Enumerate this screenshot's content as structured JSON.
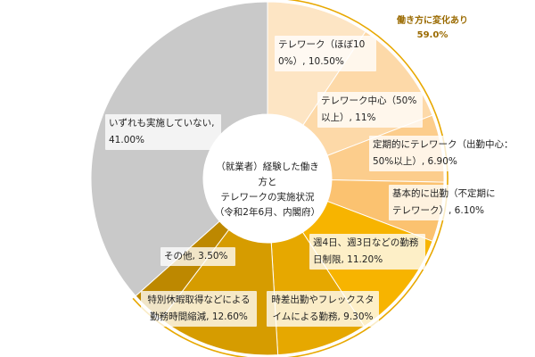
{
  "chart_data": {
    "type": "pie",
    "style": "donut",
    "center_text": [
      "（就業者）経験した働き方と",
      "テレワークの実施状況",
      "（令和2年6月、内閣府）"
    ],
    "group": {
      "label": "働き方に変化あり",
      "value_text": "59.0%",
      "value": 59.0,
      "color": "#e8a800"
    },
    "slices": [
      {
        "label": "テレワーク（ほぼ100%）, 10.50%",
        "value": 10.5,
        "color": "#fde5c4"
      },
      {
        "label": "テレワーク中心（50%以上）, 11%",
        "value": 11.0,
        "color": "#fdd9a8"
      },
      {
        "label": "定期的にテレワーク（出勤中心：50%以上）, 6.90%",
        "value": 6.9,
        "color": "#fccd8c"
      },
      {
        "label": "基本的に出勤（不定期にテレワーク）, 6.10%",
        "value": 6.1,
        "color": "#fbc270"
      },
      {
        "label": "週4日、週3日などの勤務日制限, 11.20%",
        "value": 11.2,
        "color": "#f7b400"
      },
      {
        "label": "時差出勤やフレックスタイムによる勤務, 9.30%",
        "value": 9.3,
        "color": "#e6a800"
      },
      {
        "label": "特別休暇取得などによる勤務時間縮減, 12.60%",
        "value": 12.6,
        "color": "#d69c00"
      },
      {
        "label": "その他, 3.50%",
        "value": 3.5,
        "color": "#bd8800"
      },
      {
        "label": "いずれも実施していない, 41.00%",
        "value": 41.0,
        "color": "#c9c9c9"
      }
    ]
  }
}
